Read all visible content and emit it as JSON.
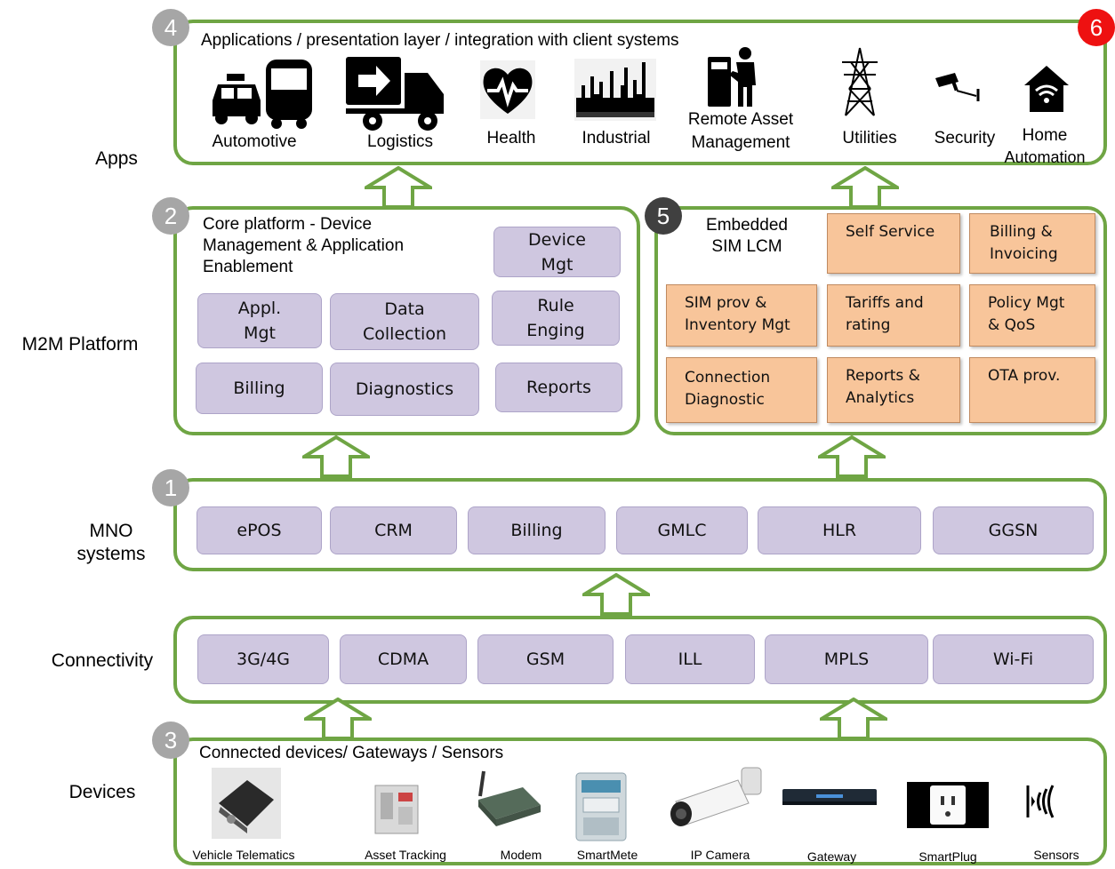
{
  "row_labels": {
    "apps": "Apps",
    "m2m_platform": "M2M Platform",
    "mno_systems_line1": "MNO",
    "mno_systems_line2": "systems",
    "connectivity": "Connectivity",
    "devices": "Devices"
  },
  "badges": {
    "apps": "4",
    "apps_corner": "6",
    "core_platform": "2",
    "embedded_sim": "5",
    "mno": "1",
    "devices": "3"
  },
  "apps_panel": {
    "title": "Applications / presentation layer / integration with client systems",
    "items": [
      {
        "label": "Automotive",
        "icon": "taxi-bus-icon"
      },
      {
        "label": "Logistics",
        "icon": "truck-icon"
      },
      {
        "label": "Health",
        "icon": "heart-pulse-icon"
      },
      {
        "label": "Industrial",
        "icon": "factory-icon"
      },
      {
        "label_line1": "Remote Asset",
        "label_line2": "Management",
        "icon": "atm-person-icon"
      },
      {
        "label": "Utilities",
        "icon": "power-tower-icon"
      },
      {
        "label": "Security",
        "icon": "cctv-camera-icon"
      },
      {
        "label_line1": "Home",
        "label_line2": "Automation",
        "icon": "smart-home-icon"
      }
    ]
  },
  "core_platform": {
    "title_line1": "Core platform - Device",
    "title_line2": "Management & Application",
    "title_line3": "Enablement",
    "boxes": {
      "device_mgt_1": "Device",
      "device_mgt_2": "Mgt",
      "appl_mgt_1": "Appl.",
      "appl_mgt_2": "Mgt",
      "data_collection_1": "Data",
      "data_collection_2": "Collection",
      "rule_engine_1": "Rule",
      "rule_engine_2": "Enging",
      "billing": "Billing",
      "diagnostics": "Diagnostics",
      "reports": "Reports"
    }
  },
  "embedded_sim": {
    "title_line1": "Embedded",
    "title_line2": "SIM LCM",
    "boxes": {
      "self_service": "Self Service",
      "billing_1": "Billing &",
      "billing_2": "Invoicing",
      "sim_prov_1": "SIM prov &",
      "sim_prov_2": "Inventory Mgt",
      "tariffs_1": "Tariffs and",
      "tariffs_2": "rating",
      "policy_1": "Policy Mgt",
      "policy_2": "& QoS",
      "connection_1": "Connection",
      "connection_2": "Diagnostic",
      "reports_1": "Reports &",
      "reports_2": "Analytics",
      "ota": "OTA prov."
    }
  },
  "mno_systems": [
    "ePOS",
    "CRM",
    "Billing",
    "GMLC",
    "HLR",
    "GGSN"
  ],
  "connectivity": [
    "3G/4G",
    "CDMA",
    "GSM",
    "ILL",
    "MPLS",
    "Wi-Fi"
  ],
  "devices_panel": {
    "title": "Connected devices/ Gateways / Sensors",
    "items": [
      {
        "label": "Vehicle Telematics",
        "icon": "vehicle-telematics-device-icon"
      },
      {
        "label": "Asset Tracking",
        "icon": "asset-tracker-icon"
      },
      {
        "label": "Modem",
        "icon": "modem-icon"
      },
      {
        "label": "SmartMete",
        "icon": "smart-meter-icon"
      },
      {
        "label": "IP Camera",
        "icon": "ip-camera-icon"
      },
      {
        "label": "Gateway",
        "icon": "gateway-icon"
      },
      {
        "label": "SmartPlug",
        "icon": "smart-plug-icon"
      },
      {
        "label": "Sensors",
        "icon": "sensor-waves-icon"
      }
    ]
  },
  "colors": {
    "panel_border": "#6fa544",
    "purple_box": "#cfc7e0",
    "orange_box": "#f8c59a",
    "badge_gray": "#a6a6a6",
    "badge_red": "#ee1111"
  }
}
